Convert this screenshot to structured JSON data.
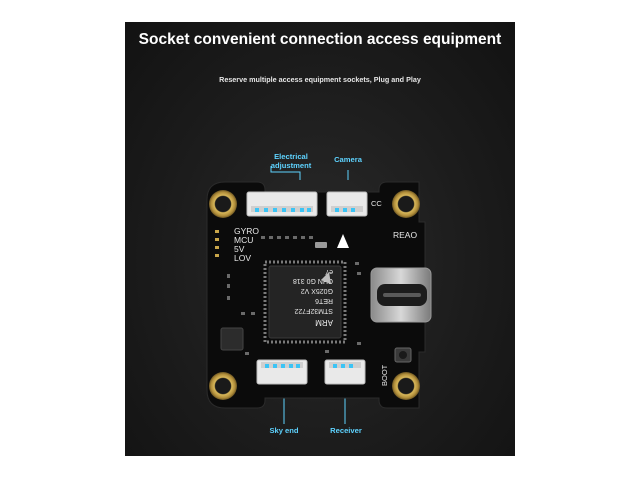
{
  "headline": "Socket convenient connection access equipment",
  "subheadline": "Reserve multiple access equipment sockets, Plug and Play",
  "callouts": {
    "esc": "Electrical adjustment",
    "camera": "Camera",
    "sky": "Sky end",
    "receiver": "Receiver"
  },
  "silkscreen": {
    "gyro": "GYRO",
    "mcu": "MCU",
    "v5": "5V",
    "lov": "LOV",
    "cc": "CC",
    "reao": "REAO",
    "boot": "BOOT"
  },
  "chip": {
    "line1": "STM32F722",
    "line2": "RET6",
    "line3": "G025X V2",
    "line4": "CHN G0 318",
    "line5": "e7",
    "brand": "ARM"
  },
  "colors": {
    "background": "#1c1c1c",
    "board": "#0d0d0d",
    "accent": "#5ed3ff",
    "pad_gold": "#c9a64a"
  }
}
